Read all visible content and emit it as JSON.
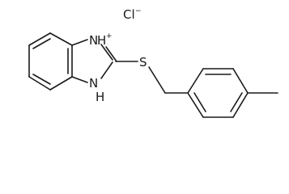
{
  "structure": {
    "counterion": {
      "symbol": "Cl",
      "charge": "−"
    },
    "atoms": {
      "n_top": {
        "symbol": "N",
        "hydrogen": "H",
        "charge": "+"
      },
      "n_bottom": {
        "symbol": "N",
        "hydrogen": "H"
      },
      "sulfur": {
        "symbol": "S"
      }
    }
  }
}
